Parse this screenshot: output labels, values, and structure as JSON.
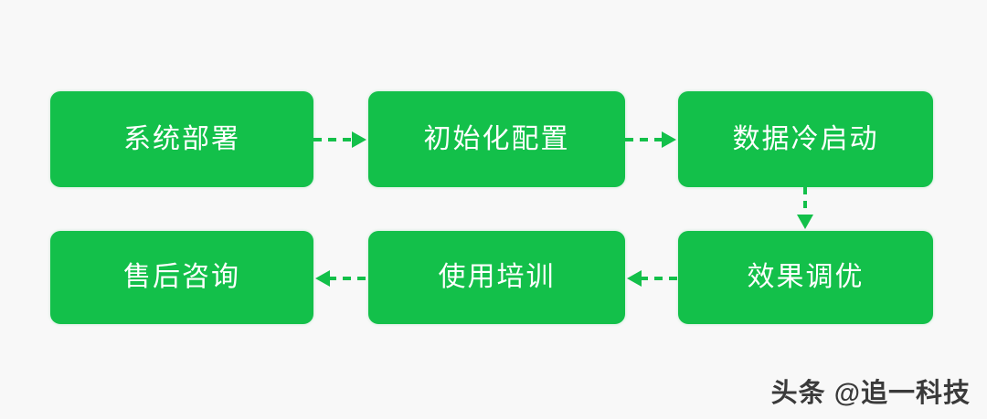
{
  "diagram": {
    "type": "flowchart",
    "title": "",
    "background_color": "#f8f8f8",
    "node_color": "#13c04a",
    "node_text_color": "#ffffff",
    "connector_color": "#13c04a",
    "connector_style": "dashed-with-arrowhead",
    "nodes": [
      {
        "id": "node-0",
        "label": "系统部署",
        "row": 1,
        "col": 1
      },
      {
        "id": "node-1",
        "label": "初始化配置",
        "row": 1,
        "col": 2
      },
      {
        "id": "node-2",
        "label": "数据冷启动",
        "row": 1,
        "col": 3
      },
      {
        "id": "node-3",
        "label": "效果调优",
        "row": 2,
        "col": 3
      },
      {
        "id": "node-4",
        "label": "使用培训",
        "row": 2,
        "col": 2
      },
      {
        "id": "node-5",
        "label": "售后咨询",
        "row": 2,
        "col": 1
      }
    ],
    "edges": [
      {
        "id": "conn-0",
        "from": "系统部署",
        "to": "初始化配置",
        "direction": "right"
      },
      {
        "id": "conn-1",
        "from": "初始化配置",
        "to": "数据冷启动",
        "direction": "right"
      },
      {
        "id": "conn-v",
        "from": "数据冷启动",
        "to": "效果调优",
        "direction": "down"
      },
      {
        "id": "conn-2",
        "from": "效果调优",
        "to": "使用培训",
        "direction": "left"
      },
      {
        "id": "conn-3",
        "from": "使用培训",
        "to": "售后咨询",
        "direction": "left"
      }
    ]
  },
  "watermark": {
    "text": "头条 @追一科技"
  }
}
